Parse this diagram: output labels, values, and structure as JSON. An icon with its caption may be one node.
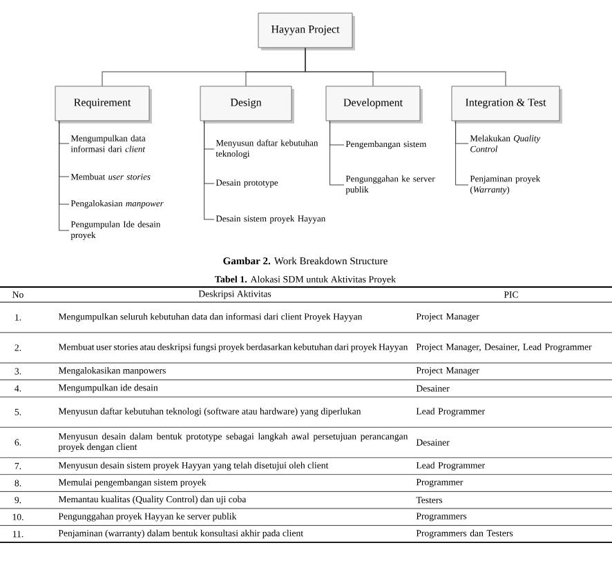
{
  "diagram": {
    "caption": "**Gambar 2.** Work Breakdown Structure",
    "nodes": [
      {
        "text": [
          "Hayyan Project"
        ]
      },
      {
        "text": [
          "Requirement"
        ]
      },
      {
        "text": [
          "Design"
        ]
      },
      {
        "text": [
          "Development"
        ]
      },
      {
        "text": [
          "Integration & Test"
        ]
      },
      {
        "text": [
          "Mengumpulkan data informasi dari *client*"
        ]
      },
      {
        "text": [
          "Membuat *user stories*"
        ]
      },
      {
        "text": [
          "Pengalokasian *manpower*"
        ]
      },
      {
        "text": [
          "Pengumpulan Ide desain proyek"
        ]
      },
      {
        "text": [
          "Menyusun daftar kebutuhan teknologi"
        ]
      },
      {
        "text": [
          "Desain prototype"
        ]
      },
      {
        "text": [
          "Desain sistem proyek Hayyan"
        ]
      },
      {
        "text": [
          "Pengembangan sistem"
        ]
      },
      {
        "text": [
          "Pengunggahan ke server publik"
        ]
      },
      {
        "text": [
          "Melakukan *Quality Control*"
        ]
      },
      {
        "text": [
          "Penjaminan proyek (*Warranty*)"
        ]
      }
    ],
    "edges": [
      {
        "from": 0,
        "to": 1,
        "arrow": "none"
      },
      {
        "from": 0,
        "to": 2,
        "arrow": "none"
      },
      {
        "from": 0,
        "to": 3,
        "arrow": "none"
      },
      {
        "from": 0,
        "to": 4,
        "arrow": "none"
      },
      {
        "from": 1,
        "to": 5,
        "arrow": "none"
      },
      {
        "from": 1,
        "to": 6,
        "arrow": "none"
      },
      {
        "from": 1,
        "to": 7,
        "arrow": "none"
      },
      {
        "from": 1,
        "to": 8,
        "arrow": "none"
      },
      {
        "from": 2,
        "to": 9,
        "arrow": "none"
      },
      {
        "from": 2,
        "to": 10,
        "arrow": "none"
      },
      {
        "from": 2,
        "to": 11,
        "arrow": "none"
      },
      {
        "from": 3,
        "to": 12,
        "arrow": "none"
      },
      {
        "from": 3,
        "to": 13,
        "arrow": "none"
      },
      {
        "from": 4,
        "to": 14,
        "arrow": "none"
      },
      {
        "from": 4,
        "to": 15,
        "arrow": "none"
      }
    ],
    "labels": [
      "**Tabel 1.** Alokasi SDM untuk Aktivitas Proyek",
      "No",
      "Deskripsi Aktivitas",
      "PIC",
      "1.",
      "Mengumpulkan seluruh kebutuhan data dan informasi dari client Proyek Hayyan",
      "Project Manager",
      "2.",
      "Membuat user stories atau deskripsi fungsi proyek berdasarkan kebutuhan dari proyek Hayyan",
      "Project Manager, Desainer, Lead Programmer",
      "3.",
      "Mengalokasikan manpowers",
      "Project Manager",
      "4.",
      "Mengumpulkan ide desain",
      "Desainer",
      "5.",
      "Menyusun daftar kebutuhan teknologi (software atau hardware) yang diperlukan",
      "Lead Programmer",
      "6.",
      "Menyusun desain dalam bentuk prototype sebagai langkah awal persetujuan perancangan proyek dengan client",
      "Desainer",
      "7.",
      "Menyusun desain sistem proyek Hayyan yang telah disetujui oleh client",
      "Lead Programmer",
      "8.",
      "Memulai pengembangan sistem proyek",
      "Programmer",
      "9.",
      "Memantau kualitas (Quality Control) dan uji coba",
      "Testers",
      "10.",
      "Pengunggahan proyek Hayyan ke server publik",
      "Programmers",
      "11.",
      "Penjaminan (warranty) dalam bentuk konsultasi akhir pada client",
      "Programmers dan Testers"
    ]
  }
}
